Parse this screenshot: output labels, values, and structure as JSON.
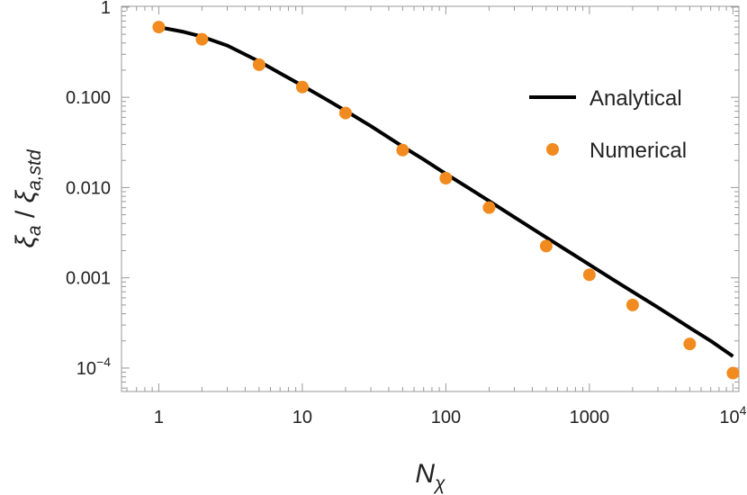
{
  "chart_data": {
    "type": "line",
    "xscale": "log",
    "yscale": "log",
    "xlim": [
      0.55,
      11000
    ],
    "ylim": [
      5.5e-05,
      1.02
    ],
    "grid": false,
    "legend_position": "right",
    "xlabel": {
      "main": "N",
      "sub": "χ"
    },
    "ylabel": {
      "main": "ξ",
      "sub1": "a",
      "sep": " / ",
      "main2": "ξ",
      "sub2": "a,std"
    },
    "x_ticks": [
      {
        "value": 1,
        "label": "1"
      },
      {
        "value": 10,
        "label": "10"
      },
      {
        "value": 100,
        "label": "100"
      },
      {
        "value": 1000,
        "label": "1000"
      },
      {
        "value": 10000,
        "label": "10",
        "exp": "4"
      }
    ],
    "y_ticks": [
      {
        "value": 1,
        "label": "1"
      },
      {
        "value": 0.1,
        "label": "0.100"
      },
      {
        "value": 0.01,
        "label": "0.010"
      },
      {
        "value": 0.001,
        "label": "0.001"
      },
      {
        "value": 0.0001,
        "label": "10",
        "exp": "−4"
      }
    ],
    "series": [
      {
        "name": "Analytical",
        "kind": "line",
        "color": "#000000",
        "x": [
          1,
          1.5,
          2,
          3,
          5,
          7,
          10,
          15,
          20,
          30,
          50,
          70,
          100,
          150,
          200,
          300,
          500,
          700,
          1000,
          1500,
          2000,
          3000,
          5000,
          7000,
          10000
        ],
        "y": [
          0.6,
          0.53,
          0.47,
          0.375,
          0.25,
          0.185,
          0.135,
          0.093,
          0.071,
          0.048,
          0.0285,
          0.0205,
          0.0142,
          0.0095,
          0.0071,
          0.0047,
          0.0028,
          0.002,
          0.0014,
          0.00093,
          0.0007,
          0.00047,
          0.00028,
          0.0002,
          0.000135
        ]
      },
      {
        "name": "Numerical",
        "kind": "scatter",
        "color": "#F28B1F",
        "x": [
          1,
          2,
          5,
          10,
          20,
          50,
          100,
          200,
          500,
          1000,
          2000,
          5000,
          10000
        ],
        "y": [
          0.6,
          0.44,
          0.23,
          0.13,
          0.067,
          0.026,
          0.0127,
          0.006,
          0.00225,
          0.00108,
          0.0005,
          0.000185,
          8.8e-05
        ]
      }
    ]
  }
}
